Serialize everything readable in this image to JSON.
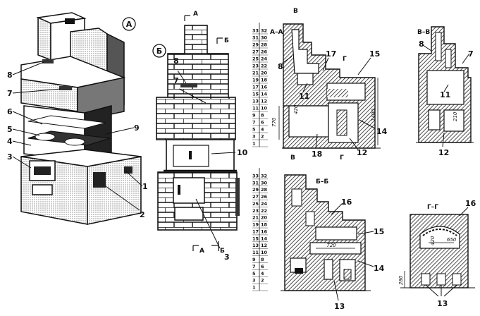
{
  "panels": {
    "a": "А",
    "b": "Б"
  },
  "view_a_labels": [
    "8",
    "7",
    "6",
    "5",
    "4",
    "3",
    "9",
    "1",
    "2"
  ],
  "view_b_labels": {
    "top_cut": "А",
    "side_cut": "Б",
    "bottom_cut_a": "А",
    "bottom_cut_b": "Б",
    "num_8": "8",
    "num_7": "7",
    "num_10": "10",
    "num_3": "3"
  },
  "sections": {
    "aa": "А–А",
    "vv": "В–В",
    "bb": "Б–Б",
    "gg": "Г–Г"
  },
  "cut_marks": {
    "aa_top": "В",
    "aa_right": "Г",
    "aa_bottom_left": "В",
    "aa_bottom_right": "Г"
  },
  "aa_labels": {
    "n8": "8",
    "n17": "17",
    "n15": "15",
    "n11": "11",
    "n14": "14",
    "n18": "18",
    "n12": "12"
  },
  "aa_dims": {
    "d420": "420",
    "d770": "770",
    "d1400": "1400"
  },
  "vv_labels": {
    "n8": "8",
    "n7": "7",
    "n11": "11",
    "n12": "12",
    "d210": "210"
  },
  "bb_labels": {
    "n16": "16",
    "n15": "15",
    "n14": "14",
    "n13": "13",
    "d720": "720"
  },
  "gg_labels": {
    "n16": "16",
    "n13": "13",
    "d420": "420",
    "d650": "650",
    "d280": "280"
  },
  "row_scale_top": [
    [
      "33",
      "32"
    ],
    [
      "31",
      "30"
    ],
    [
      "29",
      "28"
    ],
    [
      "27",
      "26"
    ],
    [
      "25",
      "24"
    ],
    [
      "23",
      "22"
    ],
    [
      "21",
      "20"
    ],
    [
      "19",
      "18"
    ],
    [
      "17",
      "16"
    ],
    [
      "15",
      "14"
    ],
    [
      "13",
      "12"
    ],
    [
      "11",
      "10"
    ],
    [
      "9",
      "8"
    ],
    [
      "7",
      "6"
    ],
    [
      "5",
      "4"
    ],
    [
      "3",
      "2"
    ],
    [
      "1",
      ""
    ]
  ],
  "row_scale_bottom": [
    [
      "33",
      "32"
    ],
    [
      "31",
      "30"
    ],
    [
      "29",
      "28"
    ],
    [
      "27",
      "26"
    ],
    [
      "25",
      "24"
    ],
    [
      "23",
      "22"
    ],
    [
      "21",
      "20"
    ],
    [
      "19",
      "18"
    ],
    [
      "17",
      "16"
    ],
    [
      "15",
      "14"
    ],
    [
      "13",
      "12"
    ],
    [
      "11",
      "10"
    ],
    [
      "9",
      "8"
    ],
    [
      "7",
      "6"
    ],
    [
      "5",
      "4"
    ],
    [
      "3",
      "2"
    ],
    [
      "1",
      ""
    ]
  ]
}
